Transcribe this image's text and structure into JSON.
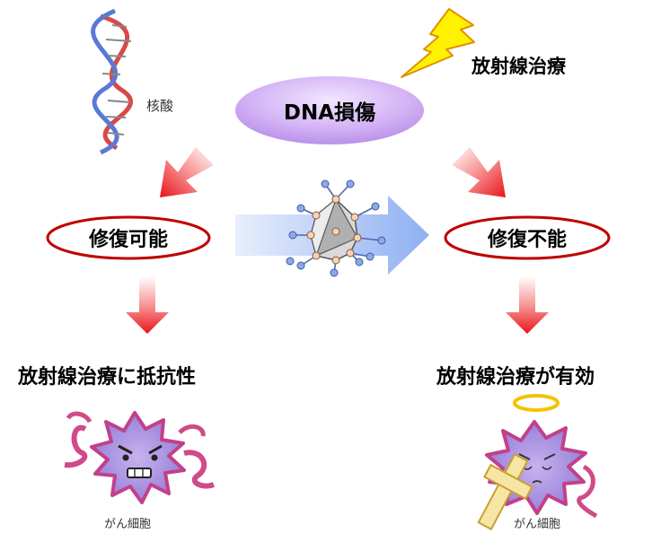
{
  "dna": {
    "caption": "核酸"
  },
  "radiation": {
    "label": "放射線治療"
  },
  "damage": {
    "label": "DNA損傷"
  },
  "outcomes": {
    "left": {
      "label": "修復可能",
      "result": "放射線治療に抵抗性"
    },
    "right": {
      "label": "修復不能",
      "result": "放射線治療が有効"
    }
  },
  "cells": {
    "left": {
      "caption": "がん細胞"
    },
    "right": {
      "caption": "がん細胞"
    }
  },
  "colors": {
    "arrow": "#e8141c",
    "ellipse_fill": "#c9a4f0",
    "ellipse_border": "#c00000",
    "bolt": "#fff200"
  }
}
